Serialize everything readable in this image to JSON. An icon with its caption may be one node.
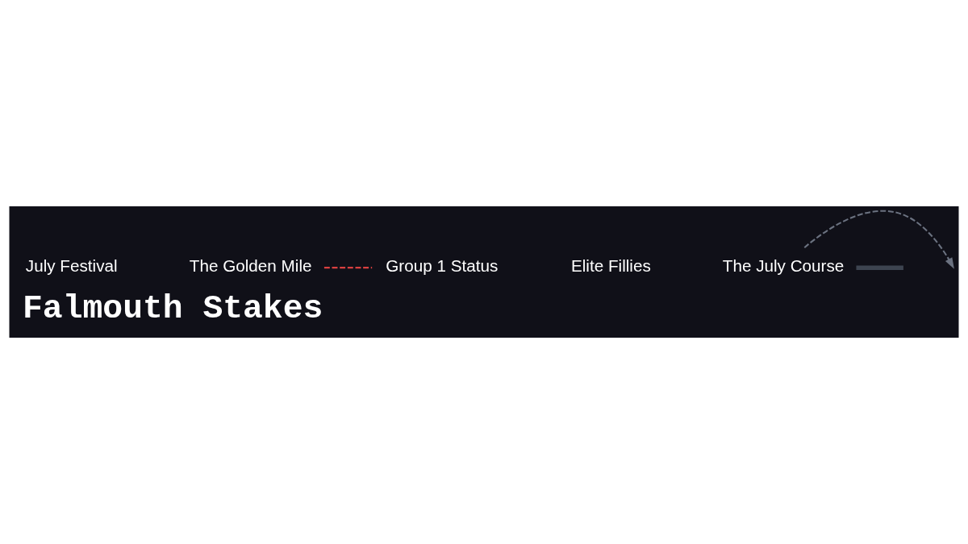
{
  "diagram": {
    "title": "Falmouth Stakes",
    "nodes": [
      {
        "text": [
          "July Festival"
        ]
      },
      {
        "text": [
          "The Golden Mile"
        ]
      },
      {
        "text": [
          "Group 1 Status"
        ]
      },
      {
        "text": [
          "Elite Fillies"
        ]
      },
      {
        "text": [
          "The July Course"
        ]
      }
    ],
    "edges": [
      {
        "from": 1,
        "to": 2,
        "arrow": "none",
        "style": "dashed",
        "color": "#d94040"
      },
      {
        "from": 4,
        "to": null,
        "arrow": "to",
        "style": "dashed",
        "color": "#6b7280"
      },
      {
        "from": 4,
        "to": null,
        "arrow": "none",
        "style": "thick",
        "color": "#3d4450"
      }
    ]
  }
}
